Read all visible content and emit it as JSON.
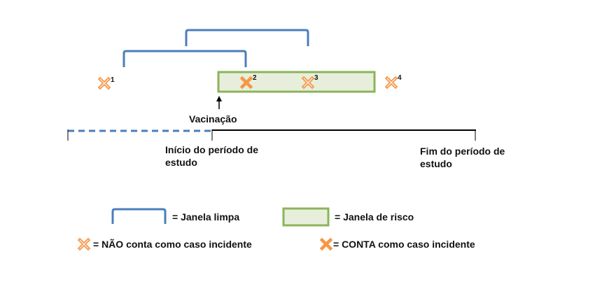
{
  "vaccination_label": "Vacinação",
  "study_start_label": "Início do período de estudo",
  "study_end_label": "Fim do período de estudo",
  "markers": [
    {
      "superscript": "1",
      "counts": false
    },
    {
      "superscript": "2",
      "counts": true
    },
    {
      "superscript": "3",
      "counts": false
    },
    {
      "superscript": "4",
      "counts": false
    }
  ],
  "legend": {
    "clean_window": "= Janela limpa",
    "risk_window": "= Janela de risco",
    "not_counted": "= NÃO conta como caso incidente",
    "counted": "= CONTA como caso incidente"
  },
  "colors": {
    "bracket": "#4a7ebb",
    "risk_fill": "#e7efdc",
    "risk_stroke": "#8db35a",
    "cross": "#f79646",
    "timeline": "#000000"
  }
}
